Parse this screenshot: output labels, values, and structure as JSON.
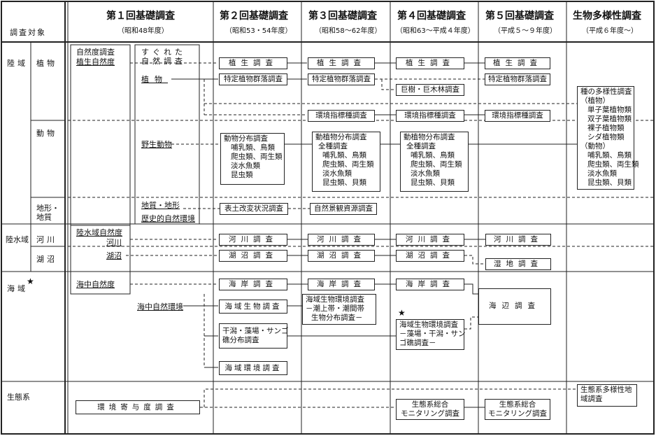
{
  "headers": {
    "target": "調査対象",
    "s1": "第１回基礎調査",
    "s1_sub": "（昭和48年度）",
    "s2": "第２回基礎調査",
    "s2_sub": "（昭和53・54年度）",
    "s3": "第３回基礎調査",
    "s3_sub": "（昭和58～62年度）",
    "s4": "第４回基礎調査",
    "s4_sub": "（昭和63～平成４年度）",
    "s5": "第５回基礎調査",
    "s5_sub": "（平成５～９年度）",
    "s6": "生物多様性調査",
    "s6_sub": "（平成６年度～）"
  },
  "rows": {
    "land": "陸域",
    "plants": "植物",
    "animals": "動物",
    "geo": [
      "地形・",
      "地質"
    ],
    "inland": "陸水域",
    "rivers": "河川",
    "lakes": "湖沼",
    "sea": "海域",
    "eco": "生態系",
    "star": "★"
  },
  "s1": {
    "shizendo": "自然度調査",
    "shokusei_shizendo": "植生自然度",
    "sugureta": [
      "すぐれた",
      "自然調査"
    ],
    "shokubutsu": "植物",
    "yasei": "野生動物",
    "chishitsu": "地質・地形",
    "rekishi": "歴史的自然環境",
    "rikusui": "陸水域自然度",
    "kasen": "河川",
    "koshou": "湖沼",
    "kaichu": "海中自然度",
    "kaichu_env": "海中自然環境",
    "kankyo": "環境寄与度調査"
  },
  "s2": {
    "shokusei": "植生調査",
    "tokutei": "特定植物群落調査",
    "doubutsu": [
      "動物分布調査",
      "哺乳類、鳥類",
      "爬虫類、両生類",
      "淡水魚類",
      "昆虫類"
    ],
    "hyodo": "表土改変状況調査",
    "kasen": "河川調査",
    "koshou": "湖沼調査",
    "kaigan": "海岸調査",
    "kaiiki_bio": "海域生物調査",
    "higata": [
      "干潟・藻場・サンゴ",
      "礁分布調査"
    ],
    "kaiiki_env": "海域環境調査"
  },
  "s3": {
    "shokusei": "植生調査",
    "tokutei": "特定植物群落調査",
    "shihyo": "環境指標種調査",
    "doshoku": [
      "動植物分布調査",
      "全種調査",
      "哺乳類、鳥類",
      "爬虫類、両生類",
      "淡水魚類",
      "昆虫類、貝類"
    ],
    "shizen_kei": "自然景観資源調査",
    "kasen": "河川調査",
    "koshou": "湖沼調査",
    "kaigan": "海岸調査",
    "kaiiki": [
      "海域生物環境調査",
      "－潮上帯・潮間帯",
      "生物分布調査－"
    ]
  },
  "s4": {
    "shokusei": "植生調査",
    "kyoju": "巨樹・巨木林調査",
    "shihyo": "環境指標種調査",
    "doshoku": [
      "動植物分布調査",
      "全種調査",
      "哺乳類、鳥類",
      "爬虫類、両生類",
      "淡水魚類",
      "昆虫類、貝類"
    ],
    "kasen": "河川調査",
    "koshou": "湖沼調査",
    "kaigan": "海岸調査",
    "kaiiki": [
      "海域生物環境調査",
      "－藻場・干潟・サン",
      "ゴ礁調査－"
    ],
    "monitoring": [
      "生態系総合",
      "モニタリング調査"
    ]
  },
  "s5": {
    "shokusei": "植生調査",
    "tokutei": "特定植物群落調査",
    "shihyo": "環境指標種調査",
    "kasen": "河川調査",
    "shitchi": "湿地調査",
    "kaihen": "海辺調査",
    "monitoring": [
      "生態系総合",
      "モニタリング調査"
    ]
  },
  "s6": {
    "tayosei": [
      "種の多様性調査",
      "（植物）",
      "単子葉植物類",
      "双子葉植物類",
      "裸子植物類",
      "シダ植物類",
      "（動物）",
      "哺乳類、鳥類",
      "爬虫類、両生類",
      "淡水魚類",
      "昆虫類、貝類"
    ],
    "eco": [
      "生態系多様性地",
      "域調査"
    ]
  }
}
